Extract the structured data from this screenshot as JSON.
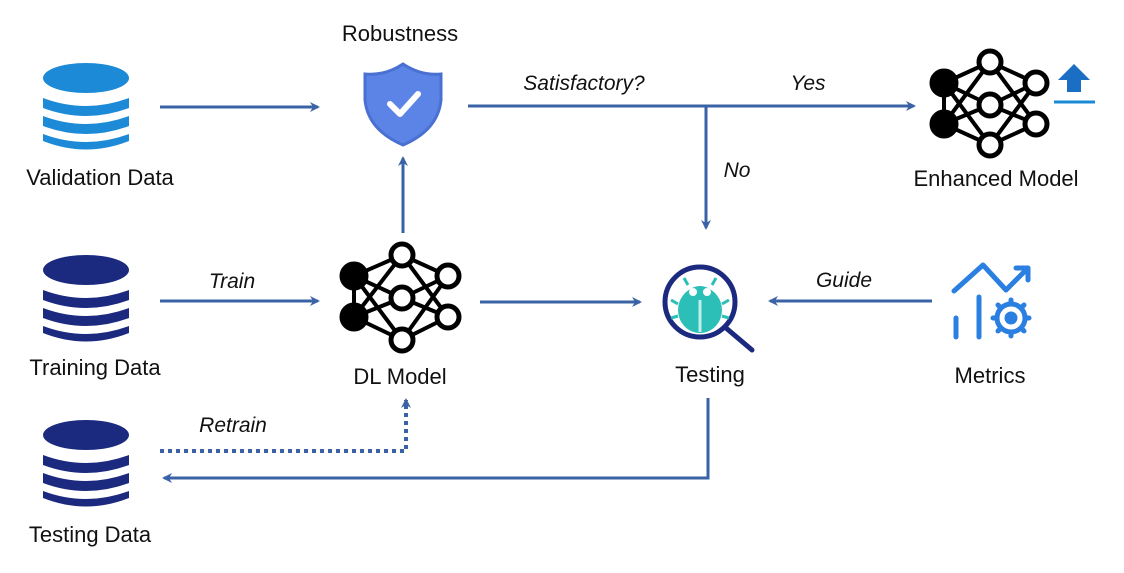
{
  "diagram": {
    "nodes": {
      "validation_data": {
        "label": "Validation Data",
        "icon": "database-icon",
        "color": "#1c8ad6"
      },
      "training_data": {
        "label": "Training Data",
        "icon": "database-icon",
        "color": "#1b2a7e"
      },
      "testing_data": {
        "label": "Testing Data",
        "icon": "database-icon",
        "color": "#1b2a7e"
      },
      "robustness": {
        "label": "Robustness",
        "icon": "shield-check-icon",
        "color": "#5b84e6"
      },
      "dl_model": {
        "label": "DL Model",
        "icon": "neural-network-icon",
        "color": "#000000"
      },
      "enhanced_model": {
        "label": "Enhanced Model",
        "icon": "neural-network-icon",
        "badge_icon": "upgrade-arrow-icon",
        "badge_color": "#1a6fc4"
      },
      "testing": {
        "label": "Testing",
        "icon": "bug-magnifier-icon",
        "color": "#2bbfb8",
        "ring_color": "#1b2a7e"
      },
      "metrics": {
        "label": "Metrics",
        "icon": "chart-gear-icon",
        "color": "#2a7fe0"
      }
    },
    "edges": [
      {
        "from": "validation_data",
        "to": "robustness",
        "label": "",
        "style": "solid"
      },
      {
        "from": "training_data",
        "to": "dl_model",
        "label": "Train",
        "style": "solid"
      },
      {
        "from": "dl_model",
        "to": "robustness",
        "label": "",
        "style": "solid"
      },
      {
        "from": "dl_model",
        "to": "testing",
        "label": "",
        "style": "solid"
      },
      {
        "from": "robustness",
        "to": "enhanced_model",
        "label": "Satisfactory?",
        "branch_label": "Yes",
        "style": "solid"
      },
      {
        "from": "robustness",
        "to": "testing",
        "label": "No",
        "style": "solid"
      },
      {
        "from": "metrics",
        "to": "testing",
        "label": "Guide",
        "style": "solid"
      },
      {
        "from": "testing",
        "to": "testing_data",
        "label": "",
        "style": "solid"
      },
      {
        "from": "testing_data",
        "to": "dl_model",
        "label": "Retrain",
        "style": "dotted"
      }
    ],
    "edge_color": "#3a62a6"
  }
}
